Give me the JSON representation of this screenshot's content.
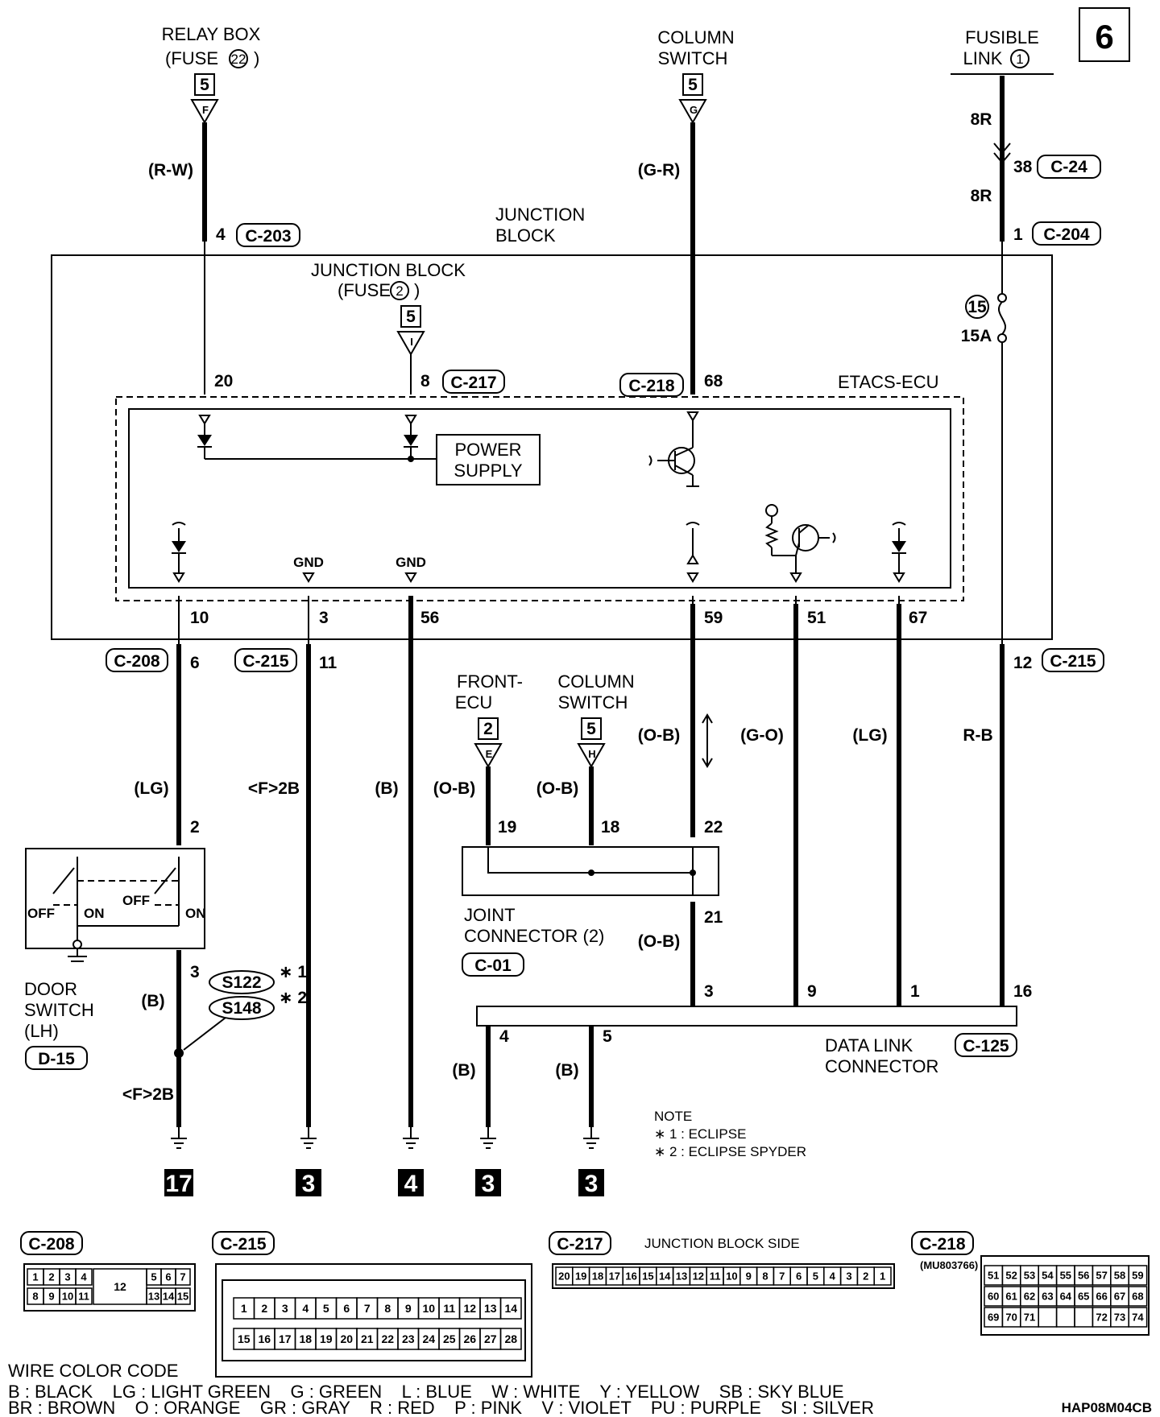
{
  "page_number": "6",
  "sources": {
    "relay_box": "RELAY BOX",
    "relay_fuse": "(FUSE",
    "relay_fuse_num": "22",
    "column_switch": "COLUMN",
    "column_switch_2": "SWITCH",
    "fusible_link": "FUSIBLE",
    "fusible_link_2": "LINK",
    "fusible_link_num": "1",
    "junction_block_fuse": "JUNCTION BLOCK",
    "junction_block_fuse_2": "(FUSE",
    "junction_block_fuse_num": "2",
    "front_ecu": "FRONT-",
    "front_ecu_2": "ECU",
    "column_switch_b": "COLUMN",
    "column_switch_b_2": "SWITCH"
  },
  "connector_refs": {
    "f": {
      "num": "5",
      "letter": "F"
    },
    "g": {
      "num": "5",
      "letter": "G"
    },
    "i": {
      "num": "5",
      "letter": "I"
    },
    "e": {
      "num": "2",
      "letter": "E"
    },
    "h": {
      "num": "5",
      "letter": "H"
    }
  },
  "connectors": {
    "c203": "C-203",
    "c24": "C-24",
    "c204": "C-204",
    "c217": "C-217",
    "c218": "C-218",
    "c208": "C-208",
    "c215": "C-215",
    "c01": "C-01",
    "c125": "C-125",
    "d15": "D-15",
    "s122": "S122",
    "s148": "S148"
  },
  "wire_colors": {
    "rw": "(R-W)",
    "gr": "(G-R)",
    "r8": "8R",
    "lg": "(LG)",
    "f2b": "<F>2B",
    "b": "(B)",
    "ob": "(O-B)",
    "go": "(G-O)",
    "lg2": "(LG)",
    "rb": "R-B"
  },
  "pins": {
    "p4": "4",
    "p38": "38",
    "p1": "1",
    "p20": "20",
    "p8": "8",
    "p68": "68",
    "p10": "10",
    "p3": "3",
    "p56": "56",
    "p59": "59",
    "p51": "51",
    "p67": "67",
    "p6": "6",
    "p11": "11",
    "p12": "12",
    "p2": "2",
    "p3b": "3",
    "p19": "19",
    "p18": "18",
    "p22": "22",
    "p21": "21",
    "dl3": "3",
    "dl9": "9",
    "dl1": "1",
    "dl16": "16",
    "dl4": "4",
    "dl5": "5"
  },
  "components": {
    "junction_block": "JUNCTION",
    "junction_block_2": "BLOCK",
    "etacs": "ETACS-ECU",
    "power_supply": "POWER",
    "power_supply_2": "SUPPLY",
    "gnd": "GND",
    "fuse_num": "15",
    "fuse_rating": "15A",
    "joint_connector": "JOINT",
    "joint_connector_2": "CONNECTOR (2)",
    "data_link": "DATA LINK",
    "data_link_2": "CONNECTOR",
    "door_switch": "DOOR",
    "door_switch_2": "SWITCH",
    "door_switch_3": "(LH)",
    "off": "OFF",
    "on": "ON"
  },
  "grounds": [
    "17",
    "3",
    "4",
    "3",
    "3"
  ],
  "notes": {
    "title": "NOTE",
    "n1": "∗ 1 : ECLIPSE",
    "n2": "∗ 2 : ECLIPSE SPYDER",
    "star1": "∗ 1",
    "star2": "∗ 2"
  },
  "connector_views": {
    "c208": "C-208",
    "c215": "C-215",
    "c217": "C-217",
    "c217_side": "JUNCTION BLOCK SIDE",
    "c218": "C-218",
    "c218_part": "(MU803766)",
    "c208_row1": [
      "1",
      "2",
      "3",
      "4",
      "5",
      "6",
      "7"
    ],
    "c208_row2": [
      "8",
      "9",
      "10",
      "11",
      "13",
      "14",
      "15"
    ],
    "c208_mid": "12",
    "c215_row1": [
      "1",
      "2",
      "3",
      "4",
      "5",
      "6",
      "7",
      "8",
      "9",
      "10",
      "11",
      "12",
      "13",
      "14"
    ],
    "c215_row2": [
      "15",
      "16",
      "17",
      "18",
      "19",
      "20",
      "21",
      "22",
      "23",
      "24",
      "25",
      "26",
      "27",
      "28"
    ],
    "c217_row": [
      "20",
      "19",
      "18",
      "17",
      "16",
      "15",
      "14",
      "13",
      "12",
      "11",
      "10",
      "9",
      "8",
      "7",
      "6",
      "5",
      "4",
      "3",
      "2",
      "1"
    ],
    "c218_row1": [
      "51",
      "52",
      "53",
      "54",
      "55",
      "56",
      "57",
      "58",
      "59"
    ],
    "c218_row2": [
      "60",
      "61",
      "62",
      "63",
      "64",
      "65",
      "66",
      "67",
      "68"
    ],
    "c218_row3": [
      "69",
      "70",
      "71",
      "",
      "",
      "",
      "72",
      "73",
      "74"
    ]
  },
  "legend": {
    "title": "WIRE COLOR CODE",
    "line1": "B : BLACK    LG : LIGHT GREEN    G : GREEN    L : BLUE    W : WHITE    Y : YELLOW    SB : SKY BLUE",
    "line2": "BR : BROWN    O : ORANGE    GR : GRAY    R : RED    P : PINK    V : VIOLET    PU : PURPLE    SI : SILVER",
    "code": "HAP08M04CB"
  }
}
